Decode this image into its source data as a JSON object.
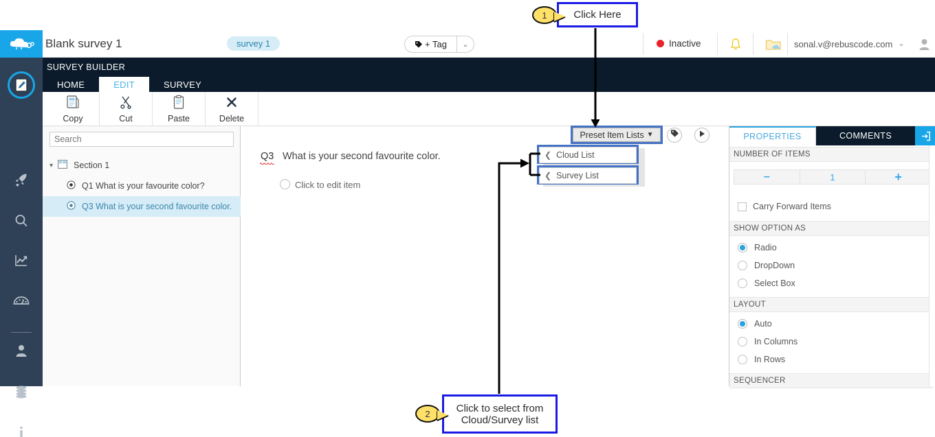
{
  "annotations": [
    {
      "num": "1",
      "text": "Click Here"
    },
    {
      "num": "2",
      "text": "Click to select from\nCloud/Survey list",
      "line1": "Click to select from",
      "line2": "Cloud/Survey list"
    }
  ],
  "topbar": {
    "logo_icon": "cloud-logo-icon",
    "title": "Blank survey 1",
    "survey_chip": "survey 1",
    "tag_button": "+ Tag",
    "tag_icon": "tag-icon",
    "tag_caret_icon": "chevron-down-icon",
    "status": "Inactive",
    "status_color": "#e8232a",
    "bell_icon": "bell-icon",
    "folder_icon": "folder-cloud-icon",
    "user_email": "sonal.v@rebuscode.com",
    "user_caret_icon": "chevron-down-icon",
    "avatar_icon": "avatar-icon"
  },
  "nav": {
    "module_label": "SURVEY BUILDER",
    "tabs": [
      {
        "label": "HOME",
        "active": false
      },
      {
        "label": "EDIT",
        "active": true
      },
      {
        "label": "SURVEY",
        "active": false
      }
    ]
  },
  "ribbon": [
    {
      "label": "Copy",
      "icon": "copy-icon"
    },
    {
      "label": "Cut",
      "icon": "scissors-icon"
    },
    {
      "label": "Paste",
      "icon": "clipboard-icon"
    },
    {
      "label": "Delete",
      "icon": "close-x-icon"
    }
  ],
  "rail": [
    {
      "icon": "pencil-edit-icon",
      "active": true
    },
    {
      "icon": "rocket-icon",
      "active": false
    },
    {
      "icon": "search-icon",
      "active": false
    },
    {
      "icon": "chart-trend-icon",
      "active": false
    },
    {
      "icon": "dashboard-gauge-icon",
      "active": false
    },
    {
      "icon": "user-icon",
      "active": false
    },
    {
      "icon": "database-icon",
      "active": false
    },
    {
      "icon": "info-icon",
      "active": false
    }
  ],
  "left_panel": {
    "search_placeholder": "Search",
    "search_value": "",
    "tree": [
      {
        "label": "Section 1",
        "type": "section",
        "icon": "section-icon",
        "caret": "chevron-down-icon",
        "selected": false
      },
      {
        "label": "Q1 What is your favourite color?",
        "type": "question",
        "icon": "radio-question-icon",
        "selected": false
      },
      {
        "label": "Q3 What is your second favourite color.",
        "type": "question",
        "icon": "radio-question-icon",
        "selected": true
      }
    ]
  },
  "canvas": {
    "question_number": "Q3",
    "question_text": "What is your second favourite color.",
    "option_placeholder": "Click to edit item",
    "preset_button": "Preset Item Lists",
    "preset_caret_icon": "caret-down-icon",
    "tag_circle_icon": "tag-icon",
    "play_circle_icon": "play-icon",
    "dropdown_items": [
      {
        "label": "Cloud List",
        "icon": "chevron-left-icon"
      },
      {
        "label": "Survey List",
        "icon": "chevron-left-icon"
      }
    ]
  },
  "right_panel": {
    "tabs": [
      {
        "label": "PROPERTIES",
        "active": true
      },
      {
        "label": "COMMENTS",
        "active": false
      }
    ],
    "export_icon": "export-icon",
    "sections": [
      {
        "title": "NUMBER OF ITEMS"
      },
      {
        "title": "SHOW OPTION AS"
      },
      {
        "title": "LAYOUT"
      },
      {
        "title": "SEQUENCER"
      }
    ],
    "stepper": {
      "minus": "–",
      "value": "1",
      "plus": "+"
    },
    "carry_forward": {
      "label": "Carry Forward Items",
      "checked": false
    },
    "show_option_as": [
      {
        "label": "Radio",
        "selected": true
      },
      {
        "label": "DropDown",
        "selected": false
      },
      {
        "label": "Select Box",
        "selected": false
      }
    ],
    "layout": [
      {
        "label": "Auto",
        "selected": true
      },
      {
        "label": "In Columns",
        "selected": false
      },
      {
        "label": "In Rows",
        "selected": false
      }
    ]
  },
  "colors": {
    "accent_blue": "#19a6e8",
    "dark_nav": "#0b1b2b",
    "rail": "#2f4156",
    "highlight_border": "#4472c4",
    "annotation_border": "#1a1ae6",
    "annotation_badge": "#ffe169",
    "status_red": "#e8232a"
  }
}
